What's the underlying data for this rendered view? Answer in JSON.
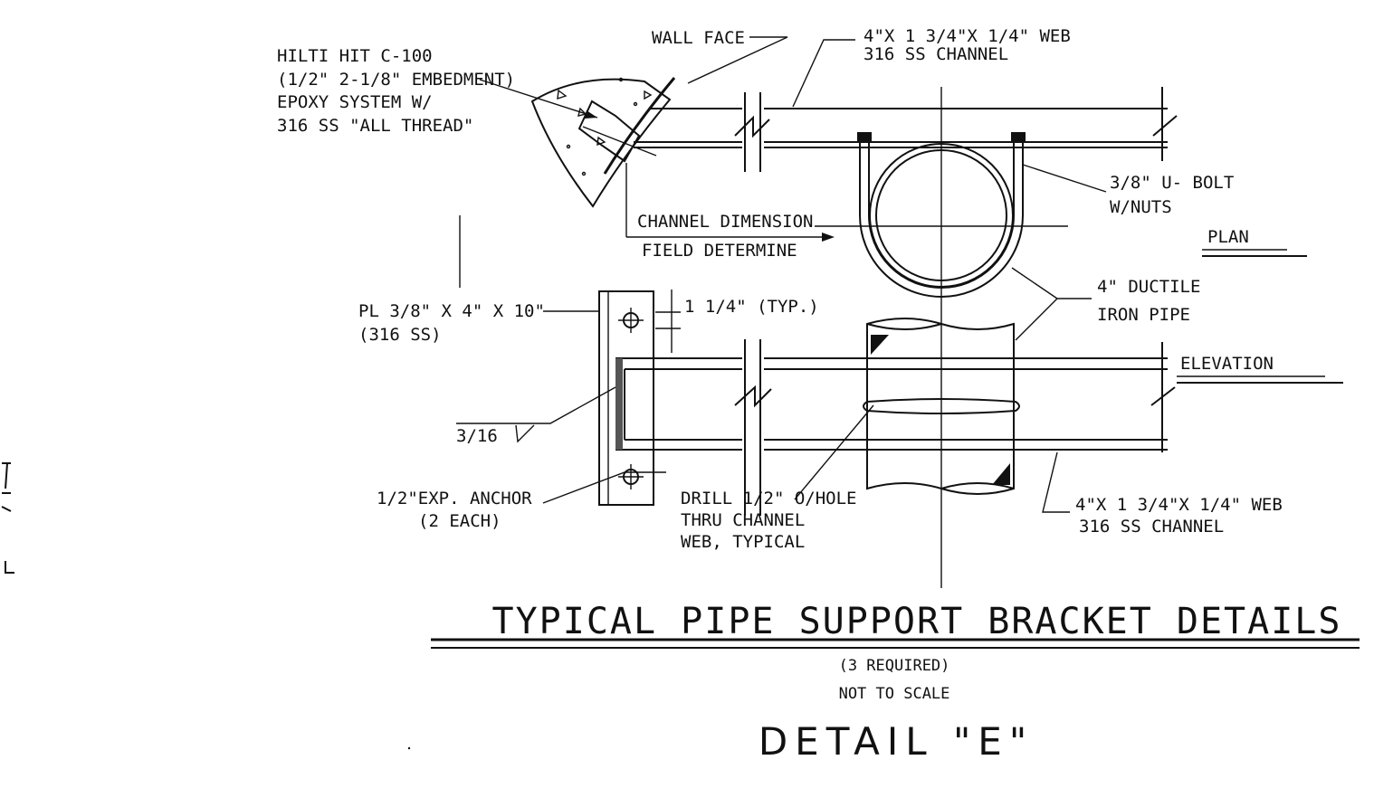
{
  "labels": {
    "wall_face": "WALL FACE",
    "channel_top": [
      "4\"X 1 3/4\"X 1/4\" WEB",
      "316 SS CHANNEL"
    ],
    "hilti": [
      "HILTI HIT C-100",
      "(1/2\" 2-1/8\" EMBEDMENT)",
      "EPOXY SYSTEM W/",
      "316 SS \"ALL THREAD\""
    ],
    "ubolt": [
      "3/8\" U- BOLT",
      "W/NUTS"
    ],
    "plan": "PLAN",
    "channel_dim": [
      "CHANNEL DIMENSION",
      "FIELD DETERMINE"
    ],
    "plate": [
      "PL 3/8\" X 4\" X 10\"",
      "(316 SS)"
    ],
    "typ": "1 1/4\" (TYP.)",
    "pipe": [
      "4\" DUCTILE",
      "IRON PIPE"
    ],
    "elevation": "ELEVATION",
    "weld": "3/16",
    "anchor": [
      "1/2\"EXP. ANCHOR",
      "(2 EACH)"
    ],
    "drill": [
      "DRILL 1/2\" O/HOLE",
      "THRU CHANNEL",
      "WEB, TYPICAL"
    ],
    "channel_bottom": [
      "4\"X 1 3/4\"X 1/4\" WEB",
      "316 SS CHANNEL"
    ]
  },
  "title": {
    "main": "TYPICAL PIPE SUPPORT BRACKET DETAILS",
    "required": "(3 REQUIRED)",
    "scale": "NOT TO SCALE",
    "detail": "DETAIL \"E\""
  }
}
